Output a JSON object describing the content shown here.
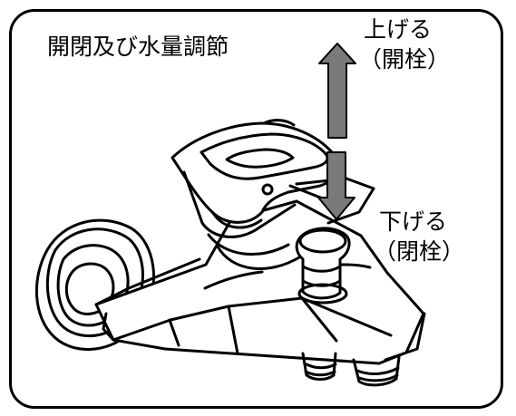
{
  "title": "開閉及び水量調節",
  "raise": {
    "action": "上げる",
    "state": "（開栓）"
  },
  "lower": {
    "action": "下げる",
    "state": "（閉栓）"
  },
  "colors": {
    "arrow_fill": "#7a7a7a",
    "line": "#000000",
    "background": "#ffffff"
  },
  "icons": {
    "up_arrow": "up-arrow-icon",
    "down_arrow": "down-arrow-icon"
  }
}
